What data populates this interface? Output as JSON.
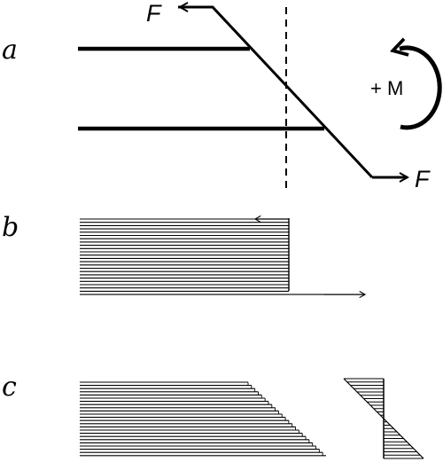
{
  "panels": {
    "a": {
      "label": "a",
      "force_top": "F",
      "force_bottom": "F",
      "moment": "+ M"
    },
    "b": {
      "label": "b"
    },
    "c": {
      "label": "c"
    }
  },
  "stroke_color": "#000000",
  "background": "#ffffff",
  "icons": [
    "arrow-left-icon",
    "arrow-right-icon",
    "moment-arrow-icon"
  ]
}
